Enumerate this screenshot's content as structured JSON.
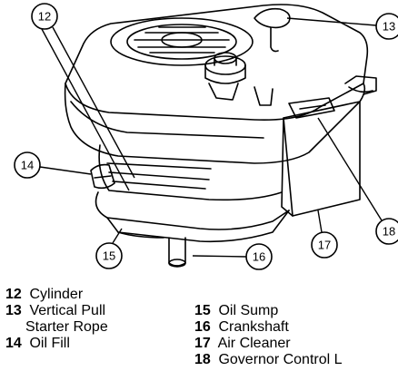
{
  "callouts": [
    {
      "number": "12"
    },
    {
      "number": "13"
    },
    {
      "number": "14"
    },
    {
      "number": "15"
    },
    {
      "number": "16"
    },
    {
      "number": "17"
    },
    {
      "number": "18"
    }
  ],
  "legend_left": [
    {
      "number": "12",
      "label": "Cylinder"
    },
    {
      "number": "13",
      "label": "Vertical Pull",
      "label2": "Starter Rope"
    },
    {
      "number": "14",
      "label": "Oil Fill"
    }
  ],
  "legend_right": [
    {
      "number": "15",
      "label": "Oil Sump"
    },
    {
      "number": "16",
      "label": "Crankshaft"
    },
    {
      "number": "17",
      "label": "Air Cleaner"
    },
    {
      "number": "18",
      "label": "Governor Control L"
    }
  ]
}
